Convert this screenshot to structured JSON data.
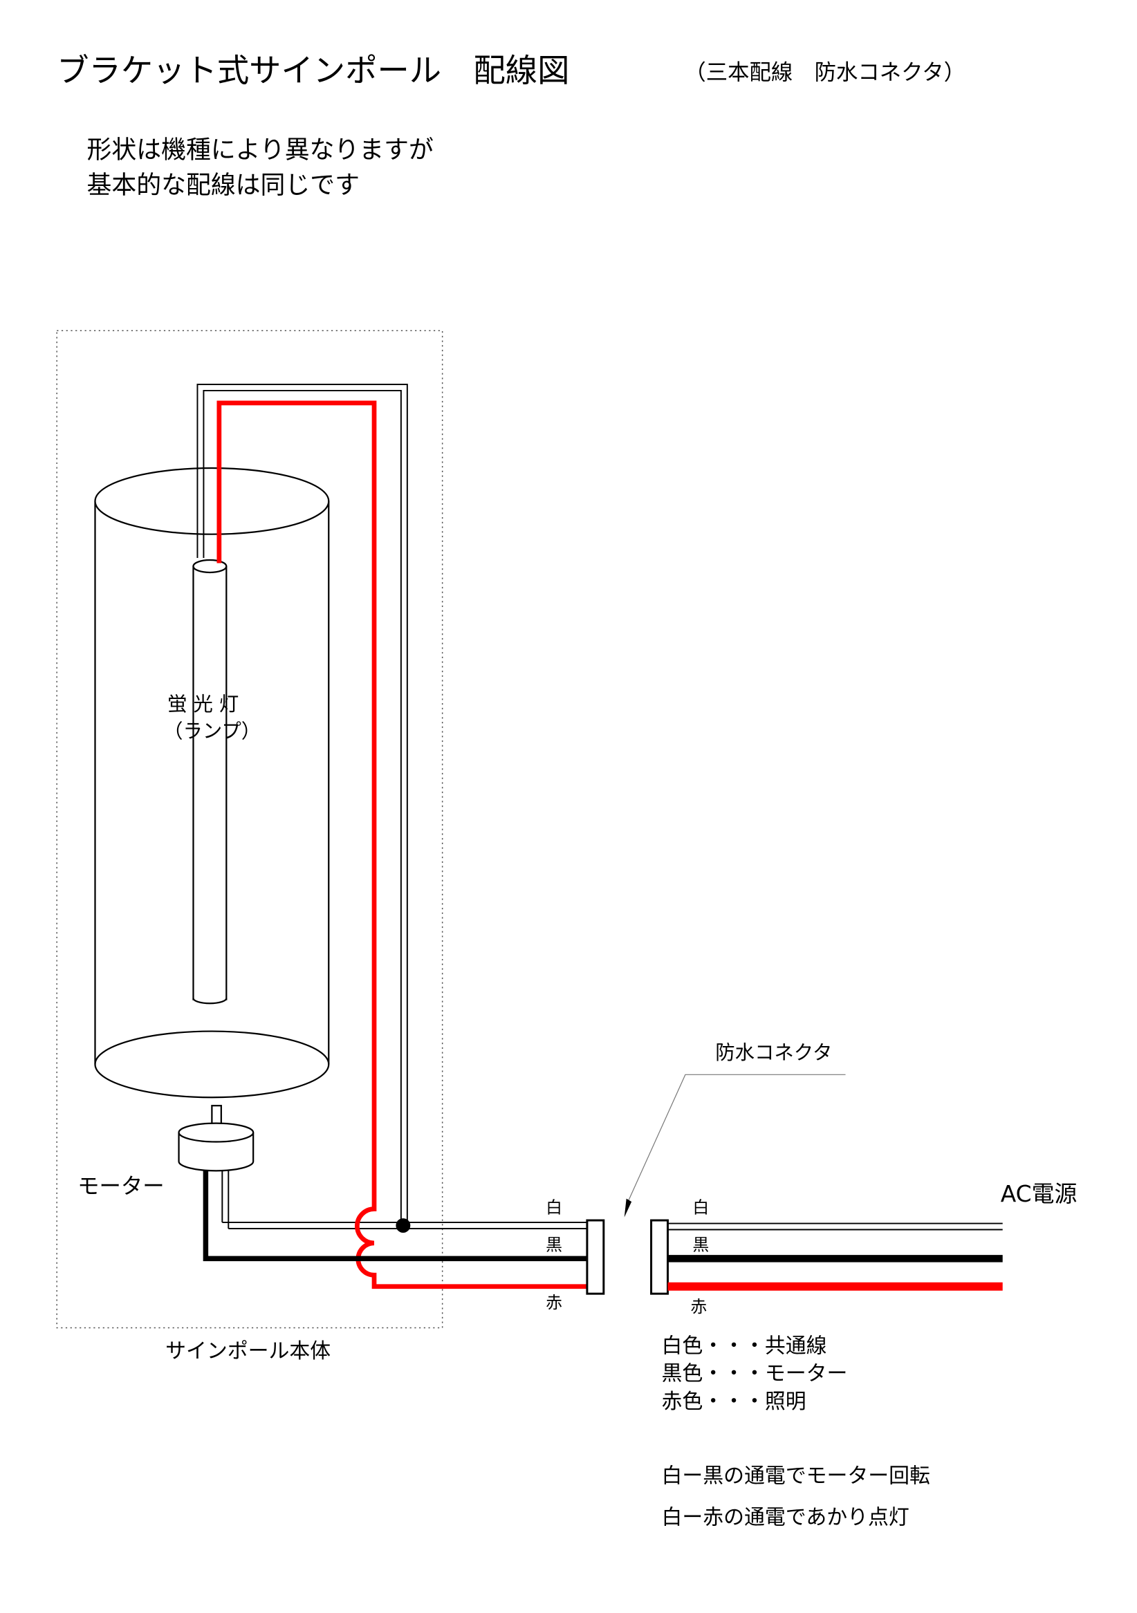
{
  "title": {
    "main": "ブラケット式サインポール　配線図",
    "sub": "（三本配線　防水コネクタ）"
  },
  "note_lines": [
    "形状は機種により異なりますが",
    "基本的な配線は同じです"
  ],
  "labels": {
    "lamp_line1": "蛍 光 灯",
    "lamp_line2": "（ランプ）",
    "motor": "モーター",
    "pole_body": "サインポール本体",
    "connector": "防水コネクタ",
    "ac_power": "AC電源"
  },
  "wire_labels": {
    "left": {
      "white": "白",
      "black": "黒",
      "red": "赤"
    },
    "right": {
      "white": "白",
      "black": "黒",
      "red": "赤"
    }
  },
  "legend": [
    "白色・・・共通線",
    "黒色・・・モーター",
    "赤色・・・照明"
  ],
  "explanations": [
    "白ー黒の通電でモーター回転",
    "白ー赤の通電であかり点灯"
  ],
  "colors": {
    "red_wire": "#ff0000",
    "black_wire": "#000000",
    "white_wire": "#ffffff"
  }
}
